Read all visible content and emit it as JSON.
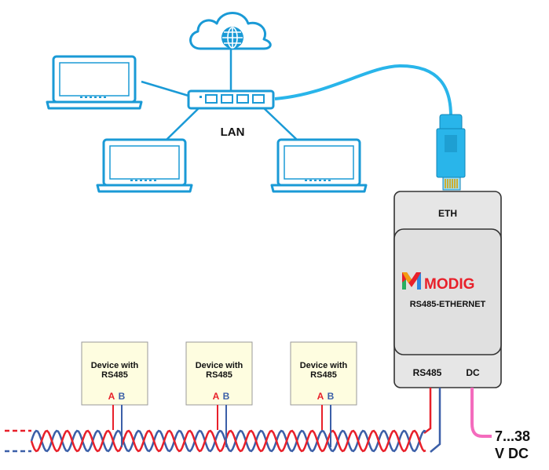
{
  "network": {
    "lan_label": "LAN",
    "icons": [
      "cloud-globe-icon",
      "network-switch-icon",
      "laptop-icon",
      "rj45-connector-icon"
    ]
  },
  "converter": {
    "port_top": "ETH",
    "brand": "MODIG",
    "model": "RS485-ETHERNET",
    "port_rs485": "RS485",
    "port_dc": "DC"
  },
  "power": {
    "voltage_line1": "7...38",
    "voltage_line2": "V DC"
  },
  "devices": [
    {
      "line1": "Device with",
      "line2": "RS485",
      "pin_a": "A",
      "pin_b": "B"
    },
    {
      "line1": "Device with",
      "line2": "RS485",
      "pin_a": "A",
      "pin_b": "B"
    },
    {
      "line1": "Device with",
      "line2": "RS485",
      "pin_a": "A",
      "pin_b": "B"
    }
  ],
  "colors": {
    "network_blue": "#1a9ad6",
    "cable_blue": "#29b5ea",
    "wire_red": "#e8202a",
    "wire_blue": "#3b5fa8",
    "power_pink": "#f46bbd",
    "device_fill": "#fefde0",
    "converter_fill": "#e8e8e8"
  }
}
